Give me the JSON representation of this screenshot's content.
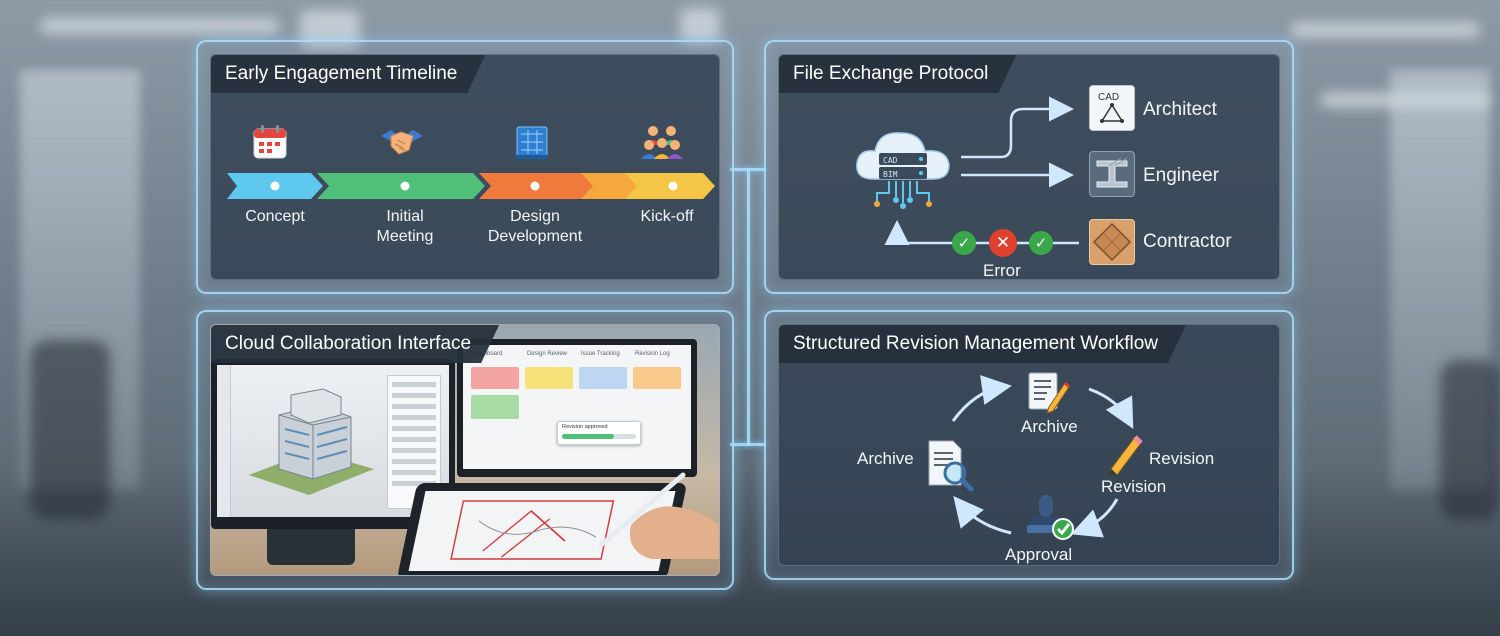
{
  "colors": {
    "panel_glow": "#aae1ff",
    "panel_fill": "#303e4e",
    "timeline_blue": "#5ec8ee",
    "timeline_green": "#4fbf7a",
    "timeline_orange": "#f07a3c",
    "timeline_yellow": "#f5b63c",
    "ok_green": "#39a84a",
    "error_red": "#e0412f"
  },
  "panels": {
    "timeline": {
      "title": "Early Engagement Timeline",
      "stages": [
        {
          "label": "Concept",
          "icon": "calendar-icon"
        },
        {
          "label": "Initial\nMeeting",
          "icon": "handshake-icon"
        },
        {
          "label": "Design\nDevelopment",
          "icon": "blueprint-icon"
        },
        {
          "label": "Kick-off",
          "icon": "team-icon"
        }
      ]
    },
    "file_exchange": {
      "title": "File Exchange Protocol",
      "server_lines": [
        "CAD",
        "BIM"
      ],
      "recipients": [
        {
          "label": "Architect",
          "icon": "cad-document-icon",
          "tile_text": "CAD"
        },
        {
          "label": "Engineer",
          "icon": "steel-beam-icon"
        },
        {
          "label": "Contractor",
          "icon": "material-sample-icon"
        }
      ],
      "status_icons": [
        "check-icon",
        "error-x-icon",
        "check-icon"
      ],
      "status_label": "Error"
    },
    "cloud": {
      "title": "Cloud Collaboration Interface",
      "board_headers": [
        "Dashboard",
        "Design Review",
        "Issue Tracking",
        "Revision Log"
      ],
      "popup_text": "Revision approved"
    },
    "revision": {
      "title": "Structured Revision Management Workflow",
      "steps": [
        {
          "label": "Archive",
          "icon": "document-edit-icon"
        },
        {
          "label": "Revision",
          "icon": "pencil-icon"
        },
        {
          "label": "Revision",
          "icon": "none"
        },
        {
          "label": "Approval",
          "icon": "stamp-approved-icon"
        },
        {
          "label": "Archive",
          "icon": "document-search-icon"
        }
      ]
    }
  }
}
